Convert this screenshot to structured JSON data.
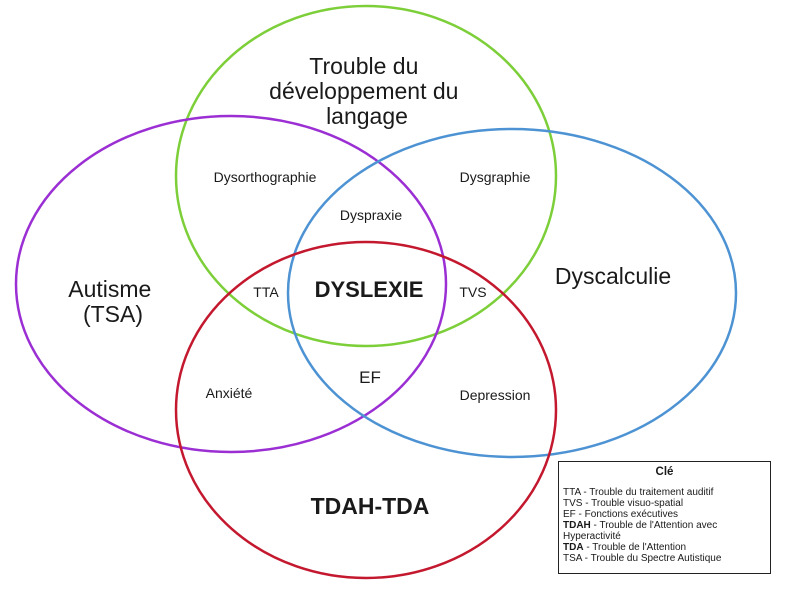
{
  "sets": [
    {
      "id": "langage",
      "lines": [
        "Trouble du",
        "développement du",
        "langage"
      ],
      "color": "#7dcf3a"
    },
    {
      "id": "autisme",
      "lines": [
        "Autisme",
        "(TSA)"
      ],
      "color": "#9b2fd3"
    },
    {
      "id": "dyscalculie",
      "lines": [
        "Dyscalculie"
      ],
      "color": "#4d93d3"
    },
    {
      "id": "tdah",
      "lines": [
        "TDAH-TDA"
      ],
      "color": "#c3182e"
    }
  ],
  "intersections": {
    "dysorthographie": "Dysorthographie",
    "dysgraphie": "Dysgraphie",
    "dyspraxie": "Dyspraxie",
    "tta": "TTA",
    "dyslexie": "DYSLEXIE",
    "tvs": "TVS",
    "anxiete": "Anxiété",
    "ef": "EF",
    "depression": "Depression"
  },
  "legend": {
    "title": "Clé",
    "items": [
      {
        "abbr": "TTA",
        "text": " - Trouble du traitement auditif",
        "bold": false
      },
      {
        "abbr": "TVS",
        "text": " - Trouble visuo-spatial",
        "bold": false
      },
      {
        "abbr": "EF",
        "text": " - Fonctions exécutives",
        "bold": false
      },
      {
        "abbr": "TDAH",
        "text": " - Trouble de l'Attention avec Hyperactivité",
        "bold": true
      },
      {
        "abbr": "TDA",
        "text": " - Trouble de l'Attention",
        "bold": true
      },
      {
        "abbr": "TSA",
        "text": " - Trouble du Spectre Autistique",
        "bold": false
      }
    ]
  }
}
